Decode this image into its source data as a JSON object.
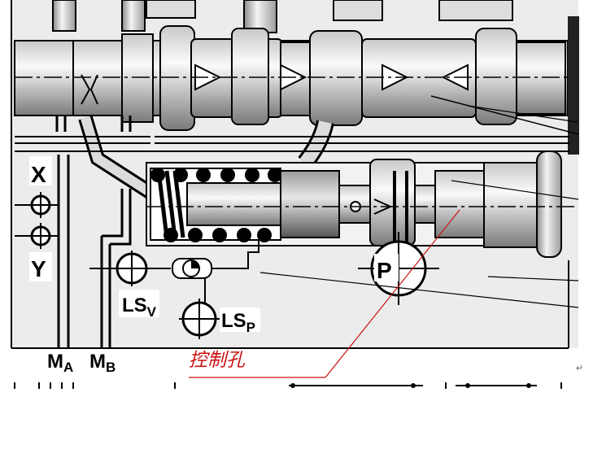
{
  "labels": {
    "x": "X",
    "y": "Y",
    "p": "P",
    "ma_main": "M",
    "ma_sub": "A",
    "mb_main": "M",
    "mb_sub": "B",
    "lsv_main": "LS",
    "lsv_sub": "V",
    "lsp_main": "LS",
    "lsp_sub": "P",
    "callout": "控制孔",
    "return_mark": "↵"
  },
  "colors": {
    "ink": "#000000",
    "callout": "#cc1111"
  }
}
